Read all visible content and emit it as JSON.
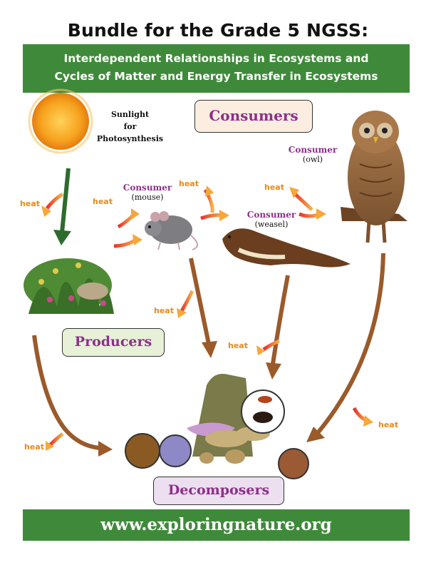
{
  "title": "Bundle for the Grade 5 NGSS:",
  "banner": {
    "line1": "Interdependent Relationships in Ecosystems and",
    "line2": "Cycles of Matter and Energy Transfer in Ecosystems"
  },
  "sun_label": {
    "line1": "Sunlight",
    "line2": "for",
    "line3": "Photosynthesis"
  },
  "boxes": {
    "consumers": "Consumers",
    "producers": "Producers",
    "decomposers": "Decomposers"
  },
  "labels": {
    "mouse": {
      "role": "Consumer",
      "name": "(mouse)"
    },
    "weasel": {
      "role": "Consumer",
      "name": "(weasel)"
    },
    "owl": {
      "role": "Consumer",
      "name": "(owl)"
    }
  },
  "heat_word": "heat",
  "footer": "www.exploringnature.org",
  "colors": {
    "banner_green": "#3f8a3a",
    "consumer_purple": "#8e2f8a",
    "heat_orange": "#e88a1a",
    "arrow_brown": "#9a5a2a",
    "sun_arrow_green": "#2e6b2e"
  }
}
